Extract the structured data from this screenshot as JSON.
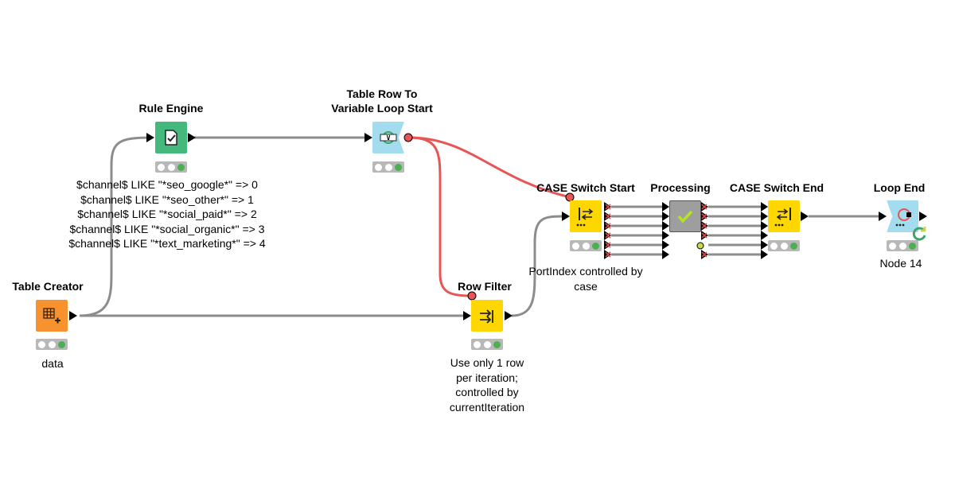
{
  "nodes": {
    "table_creator": {
      "title": "Table Creator",
      "annotation": "data",
      "color": "#f7922e"
    },
    "rule_engine": {
      "title": "Rule Engine",
      "annotation": "$channel$ LIKE \"*seo_google*\" => 0\n$channel$ LIKE \"*seo_other*\" => 1\n$channel$ LIKE \"*social_paid*\" => 2\n$channel$ LIKE \"*social_organic*\" => 3\n$channel$ LIKE \"*text_marketing*\" => 4",
      "color": "#45b97c"
    },
    "loop_start": {
      "title": "Table Row To\nVariable Loop Start",
      "color": "#a4dcef"
    },
    "row_filter": {
      "title": "Row Filter",
      "annotation": "Use only 1 row\nper iteration;\ncontrolled by\ncurrentIteration",
      "color": "#ffd700"
    },
    "case_start": {
      "title": "CASE Switch Start",
      "annotation": "PortIndex controlled by\ncase",
      "color": "#ffd700"
    },
    "processing": {
      "title": "Processing",
      "color": "#9e9e9e"
    },
    "case_end": {
      "title": "CASE Switch End",
      "color": "#ffd700"
    },
    "loop_end": {
      "title": "Loop End",
      "annotation": "Node 14",
      "color": "#a4dcef"
    }
  },
  "colors": {
    "data_connection": "#8c8c8c",
    "variable_connection": "#e85555",
    "inactive_port": "#d94a4a",
    "status_ok": "#4caf50",
    "status_frame": "#b8b8b8"
  }
}
